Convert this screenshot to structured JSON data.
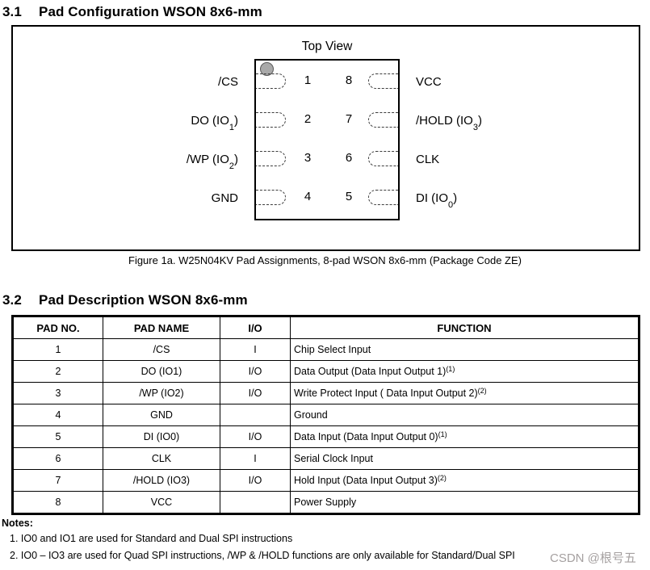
{
  "page": {
    "watermark": {
      "text": "CSDN @根号五",
      "color": "#a5a0a0"
    },
    "background_color": "#ffffff",
    "text_color": "#000000"
  },
  "section_3_1": {
    "number": "3.1",
    "title": "Pad Configuration WSON 8x6-mm"
  },
  "figure": {
    "title": "Top View",
    "caption": "Figure 1a. W25N04KV Pad Assignments, 8-pad WSON 8x6-mm (Package Code ZE)",
    "left_pins": [
      {
        "number": "1",
        "label_pre": "/CS",
        "label_sub": "",
        "label_post": ""
      },
      {
        "number": "2",
        "label_pre": "DO (IO",
        "label_sub": "1",
        "label_post": ")"
      },
      {
        "number": "3",
        "label_pre": "/WP (IO",
        "label_sub": "2",
        "label_post": ")"
      },
      {
        "number": "4",
        "label_pre": "GND",
        "label_sub": "",
        "label_post": ""
      }
    ],
    "right_pins": [
      {
        "number": "8",
        "label_pre": "VCC",
        "label_sub": "",
        "label_post": ""
      },
      {
        "number": "7",
        "label_pre": "/HOLD (IO",
        "label_sub": "3",
        "label_post": ")"
      },
      {
        "number": "6",
        "label_pre": "CLK",
        "label_sub": "",
        "label_post": ""
      },
      {
        "number": "5",
        "label_pre": "DI (IO",
        "label_sub": "0",
        "label_post": ")"
      }
    ]
  },
  "section_3_2": {
    "number": "3.2",
    "title": "Pad Description WSON 8x6-mm"
  },
  "table": {
    "headers": [
      "PAD NO.",
      "PAD NAME",
      "I/O",
      "FUNCTION"
    ],
    "rows": [
      {
        "pad_no": "1",
        "pad_name": "/CS",
        "io": "I",
        "function": "Chip Select Input",
        "function_sup": ""
      },
      {
        "pad_no": "2",
        "pad_name": "DO (IO1)",
        "io": "I/O",
        "function": "Data Output (Data Input Output 1)",
        "function_sup": "(1)"
      },
      {
        "pad_no": "3",
        "pad_name": "/WP (IO2)",
        "io": "I/O",
        "function": "Write Protect Input ( Data Input Output 2)",
        "function_sup": "(2)"
      },
      {
        "pad_no": "4",
        "pad_name": "GND",
        "io": "",
        "function": "Ground",
        "function_sup": ""
      },
      {
        "pad_no": "5",
        "pad_name": "DI (IO0)",
        "io": "I/O",
        "function": "Data Input (Data Input Output 0)",
        "function_sup": "(1)"
      },
      {
        "pad_no": "6",
        "pad_name": "CLK",
        "io": "I",
        "function": "Serial Clock Input",
        "function_sup": ""
      },
      {
        "pad_no": "7",
        "pad_name": "/HOLD (IO3)",
        "io": "I/O",
        "function": "Hold Input (Data Input Output 3)",
        "function_sup": "(2)"
      },
      {
        "pad_no": "8",
        "pad_name": "VCC",
        "io": "",
        "function": "Power Supply",
        "function_sup": ""
      }
    ]
  },
  "notes": {
    "title": "Notes:",
    "items": [
      "1. IO0 and IO1 are used for Standard and Dual SPI instructions",
      "2. IO0 – IO3 are used for Quad SPI instructions, /WP & /HOLD functions are only available for Standard/Dual SPI"
    ]
  }
}
